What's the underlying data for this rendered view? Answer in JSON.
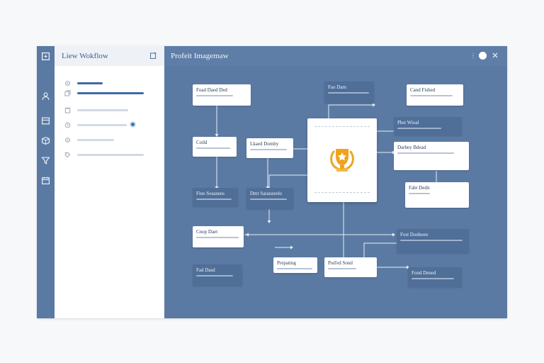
{
  "sidebar": {
    "title": "Liew Wokflow",
    "rail_icons": [
      "home-icon",
      "user-icon",
      "inbox-icon",
      "box-icon",
      "funnel-icon",
      "calendar-icon"
    ],
    "items": [
      {
        "glyph": "gear-icon",
        "active": true
      },
      {
        "glyph": "copy-icon",
        "active": true
      },
      {
        "glyph": "clipboard-icon",
        "active": false
      },
      {
        "glyph": "clock-icon",
        "active": false,
        "badge": true
      },
      {
        "glyph": "gear-icon",
        "active": false
      },
      {
        "glyph": "tag-icon",
        "active": false
      }
    ]
  },
  "canvas": {
    "title": "Profeit Imagemaw"
  },
  "nodes": {
    "n1": "Foad Daed Ded",
    "n2": "Fao Dam",
    "n3": "Cand Fished",
    "n4": "Coild",
    "n5": "Lkaed Domby",
    "n6": "Pbst Wioal",
    "n7": "Darbey Bdead",
    "n8": "Fine Sosanees",
    "n9": "Dmt Saranzeelo",
    "n10": "Fabt Dedit",
    "n11": "Cnop Daet",
    "n12": "Fost Donbeen",
    "n13": "Fad Dasd",
    "n14": "Prepating",
    "n15": "Pod'ed Sond",
    "n16": "Fond Dened"
  },
  "colors": {
    "rail": "#5b7aa3",
    "canvas": "#5b7aa3",
    "accent": "#3f6aa5",
    "trophy": "#f0a21c"
  }
}
